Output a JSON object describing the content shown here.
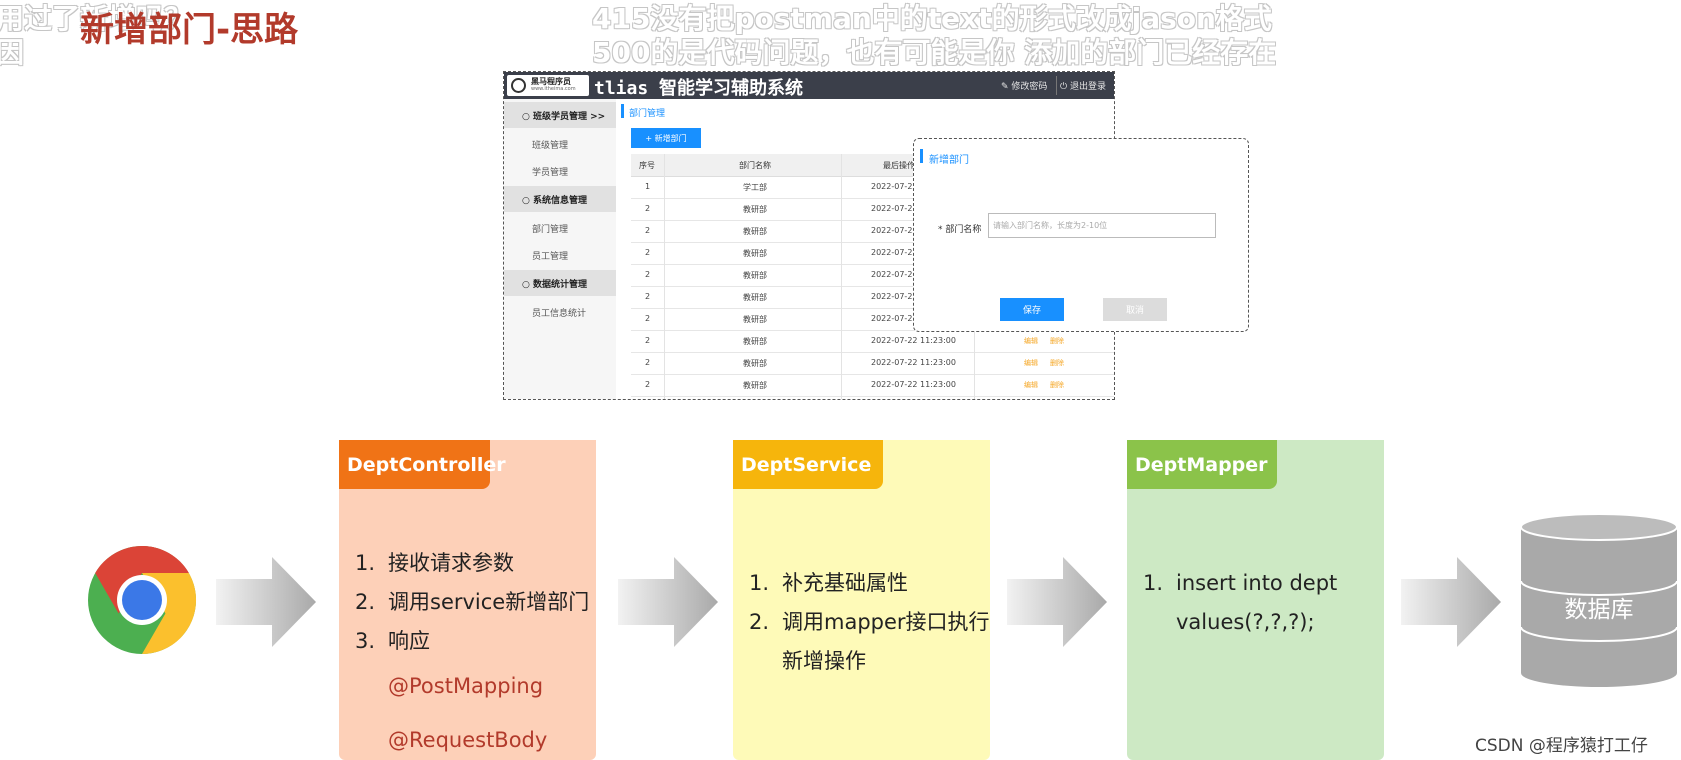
{
  "overlay": {
    "left_line1": "用过了新增吗？",
    "left_line2": "因",
    "right_line1": "415没有把postman中的text的形式改成jason格式",
    "right_line2": "500的是代码问题，也有可能是你  添加的部门已经存在"
  },
  "page_title": "新增部门-思路",
  "app": {
    "logo_text": "黑马程序员",
    "logo_sub": "www.itheima.com",
    "system_title": "tlias 智能学习辅助系统",
    "change_password": "修改密码",
    "logout": "退出登录",
    "sidebar": {
      "group1": "○ 班级学员管理   >>",
      "group1_items": [
        "班级管理",
        "学员管理"
      ],
      "group2": "○ 系统信息管理",
      "group2_items": [
        "部门管理",
        "员工管理"
      ],
      "group3": "○ 数据统计管理",
      "group3_items": [
        "员工信息统计"
      ]
    },
    "breadcrumb": "部门管理",
    "add_button": "+ 新增部门",
    "table": {
      "headers": [
        "序号",
        "部门名称",
        "最后操作"
      ],
      "rows": [
        {
          "no": "1",
          "name": "学工部",
          "time": "2022-07-22"
        },
        {
          "no": "2",
          "name": "教研部",
          "time": "2022-07-22"
        },
        {
          "no": "2",
          "name": "教研部",
          "time": "2022-07-22"
        },
        {
          "no": "2",
          "name": "教研部",
          "time": "2022-07-22"
        },
        {
          "no": "2",
          "name": "教研部",
          "time": "2022-07-22"
        },
        {
          "no": "2",
          "name": "教研部",
          "time": "2022-07-22"
        },
        {
          "no": "2",
          "name": "教研部",
          "time": "2022-07-22"
        },
        {
          "no": "2",
          "name": "教研部",
          "time": "2022-07-22 11:23:00"
        },
        {
          "no": "2",
          "name": "教研部",
          "time": "2022-07-22 11:23:00"
        },
        {
          "no": "2",
          "name": "教研部",
          "time": "2022-07-22 11:23:00"
        }
      ],
      "edit_label": "编辑",
      "delete_label": "删除"
    },
    "dialog": {
      "title": "新增部门",
      "field_label": "* 部门名称",
      "field_placeholder": "请输入部门名称，长度为2-10位",
      "save": "保存",
      "cancel": "取消"
    }
  },
  "flow": {
    "controller": {
      "title": "DeptController",
      "color": "#f07316",
      "bg": "#fdd0b8",
      "steps": [
        "1.",
        "接收请求参数",
        "2.",
        "调用service新增部门",
        "3.",
        "响应"
      ],
      "annotations": [
        "@PostMapping",
        "@RequestBody"
      ]
    },
    "service": {
      "title": "DeptService",
      "color": "#f6b50c",
      "bg": "#fefab8",
      "steps": [
        "1.",
        "补充基础属性",
        "2.",
        "调用mapper接口执行",
        "",
        "新增操作"
      ]
    },
    "mapper": {
      "title": "DeptMapper",
      "color": "#8bc34a",
      "bg": "#cde9c4",
      "steps": [
        "1.",
        "insert into dept",
        "",
        "values(?,?,?);"
      ]
    },
    "browser_icon": "chrome-icon",
    "database_label": "数据库"
  },
  "credit": "CSDN @程序猿打工仔"
}
